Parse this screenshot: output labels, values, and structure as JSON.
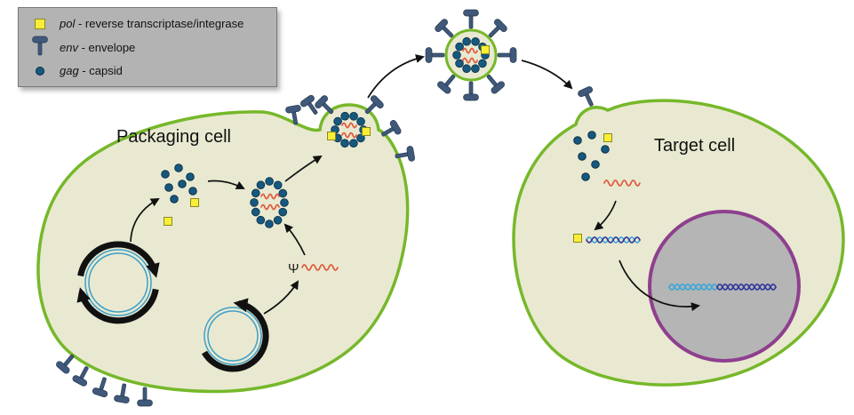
{
  "legend": {
    "items": [
      {
        "icon": "pol-square-icon",
        "gene": "pol",
        "desc": " - reverse transcriptase/integrase"
      },
      {
        "icon": "env-spike-icon",
        "gene": "env",
        "desc": " - envelope"
      },
      {
        "icon": "gag-dot-icon",
        "gene": "gag",
        "desc": " - capsid"
      }
    ]
  },
  "labels": {
    "packaging_cell": "Packaging cell",
    "target_cell": "Target cell",
    "psi": "Ψ"
  },
  "colors": {
    "cell_fill": "#e9e9d1",
    "membrane_green": "#76b82a",
    "gag_blue": "#16587e",
    "env_blue": "#40597b",
    "pol_yellow": "#f8ee35",
    "rna_red": "#e0593c",
    "dna_light_blue": "#3fa7d6",
    "dna_dark_blue": "#35399b",
    "plasmid_blue": "#3fa0c8",
    "nucleus_fill": "#b5b5b5",
    "nucleus_border": "#8e3f8e",
    "legend_bg": "#b3b3b3",
    "arrow_black": "#111111",
    "text_color": "#111111"
  }
}
